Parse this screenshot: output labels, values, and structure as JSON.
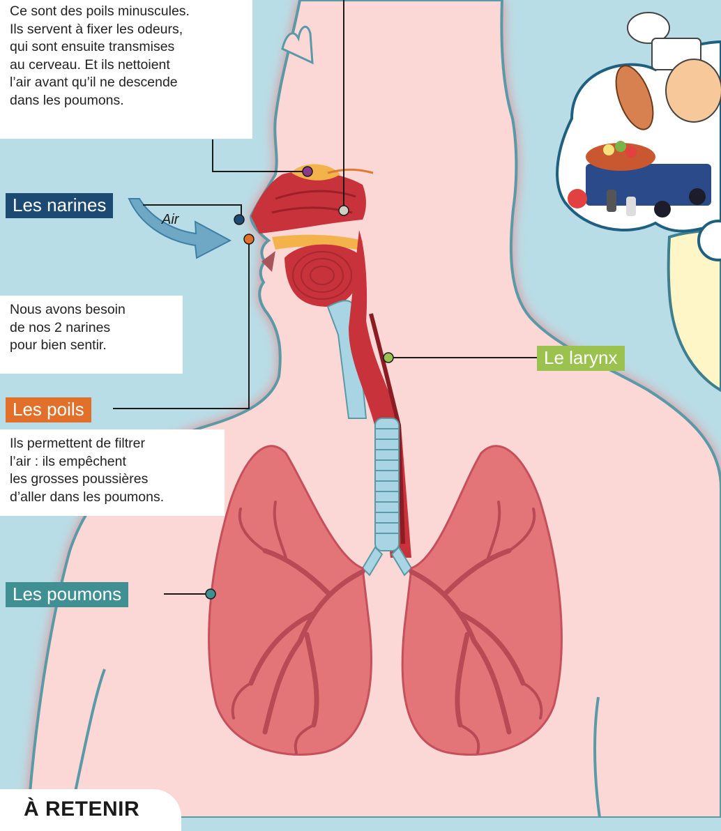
{
  "colors": {
    "background": "#b9dde6",
    "body_fill": "#fbd7d6",
    "body_glow": "#f08a8a",
    "outline": "#5a9aa6",
    "organ_red": "#c8323a",
    "lung_pink": "#e37478",
    "trachea_blue": "#a8d4e4",
    "narines_tag": "#1d4a73",
    "poils_tag": "#e0702a",
    "larynx_tag": "#9bc24e",
    "poumons_tag": "#3f8f93",
    "cils_dot": "#8b3a8a",
    "mucus_dot": "#cfcfc4"
  },
  "cils": {
    "text": "Ce sont des poils minuscules.\nIls servent à fixer les odeurs,\nqui sont ensuite transmises\nau cerveau. Et ils nettoient\nl’air avant qu’il ne descende\ndans les poumons."
  },
  "air_label": "Air",
  "narines": {
    "label": "Les narines",
    "text": "Nous avons besoin\nde nos 2 narines\npour bien sentir."
  },
  "poils": {
    "label": "Les poils",
    "text": "Ils permettent de filtrer\nl’air : ils empêchent\nles grosses poussières\nd’aller dans les poumons."
  },
  "larynx": {
    "label": "Le larynx"
  },
  "poumons": {
    "label": "Les poumons"
  },
  "retenir": {
    "label": "À RETENIR"
  },
  "icons": [
    "arrow-air-icon",
    "chef-thought-bubble-icon",
    "thought-dot-icon"
  ]
}
